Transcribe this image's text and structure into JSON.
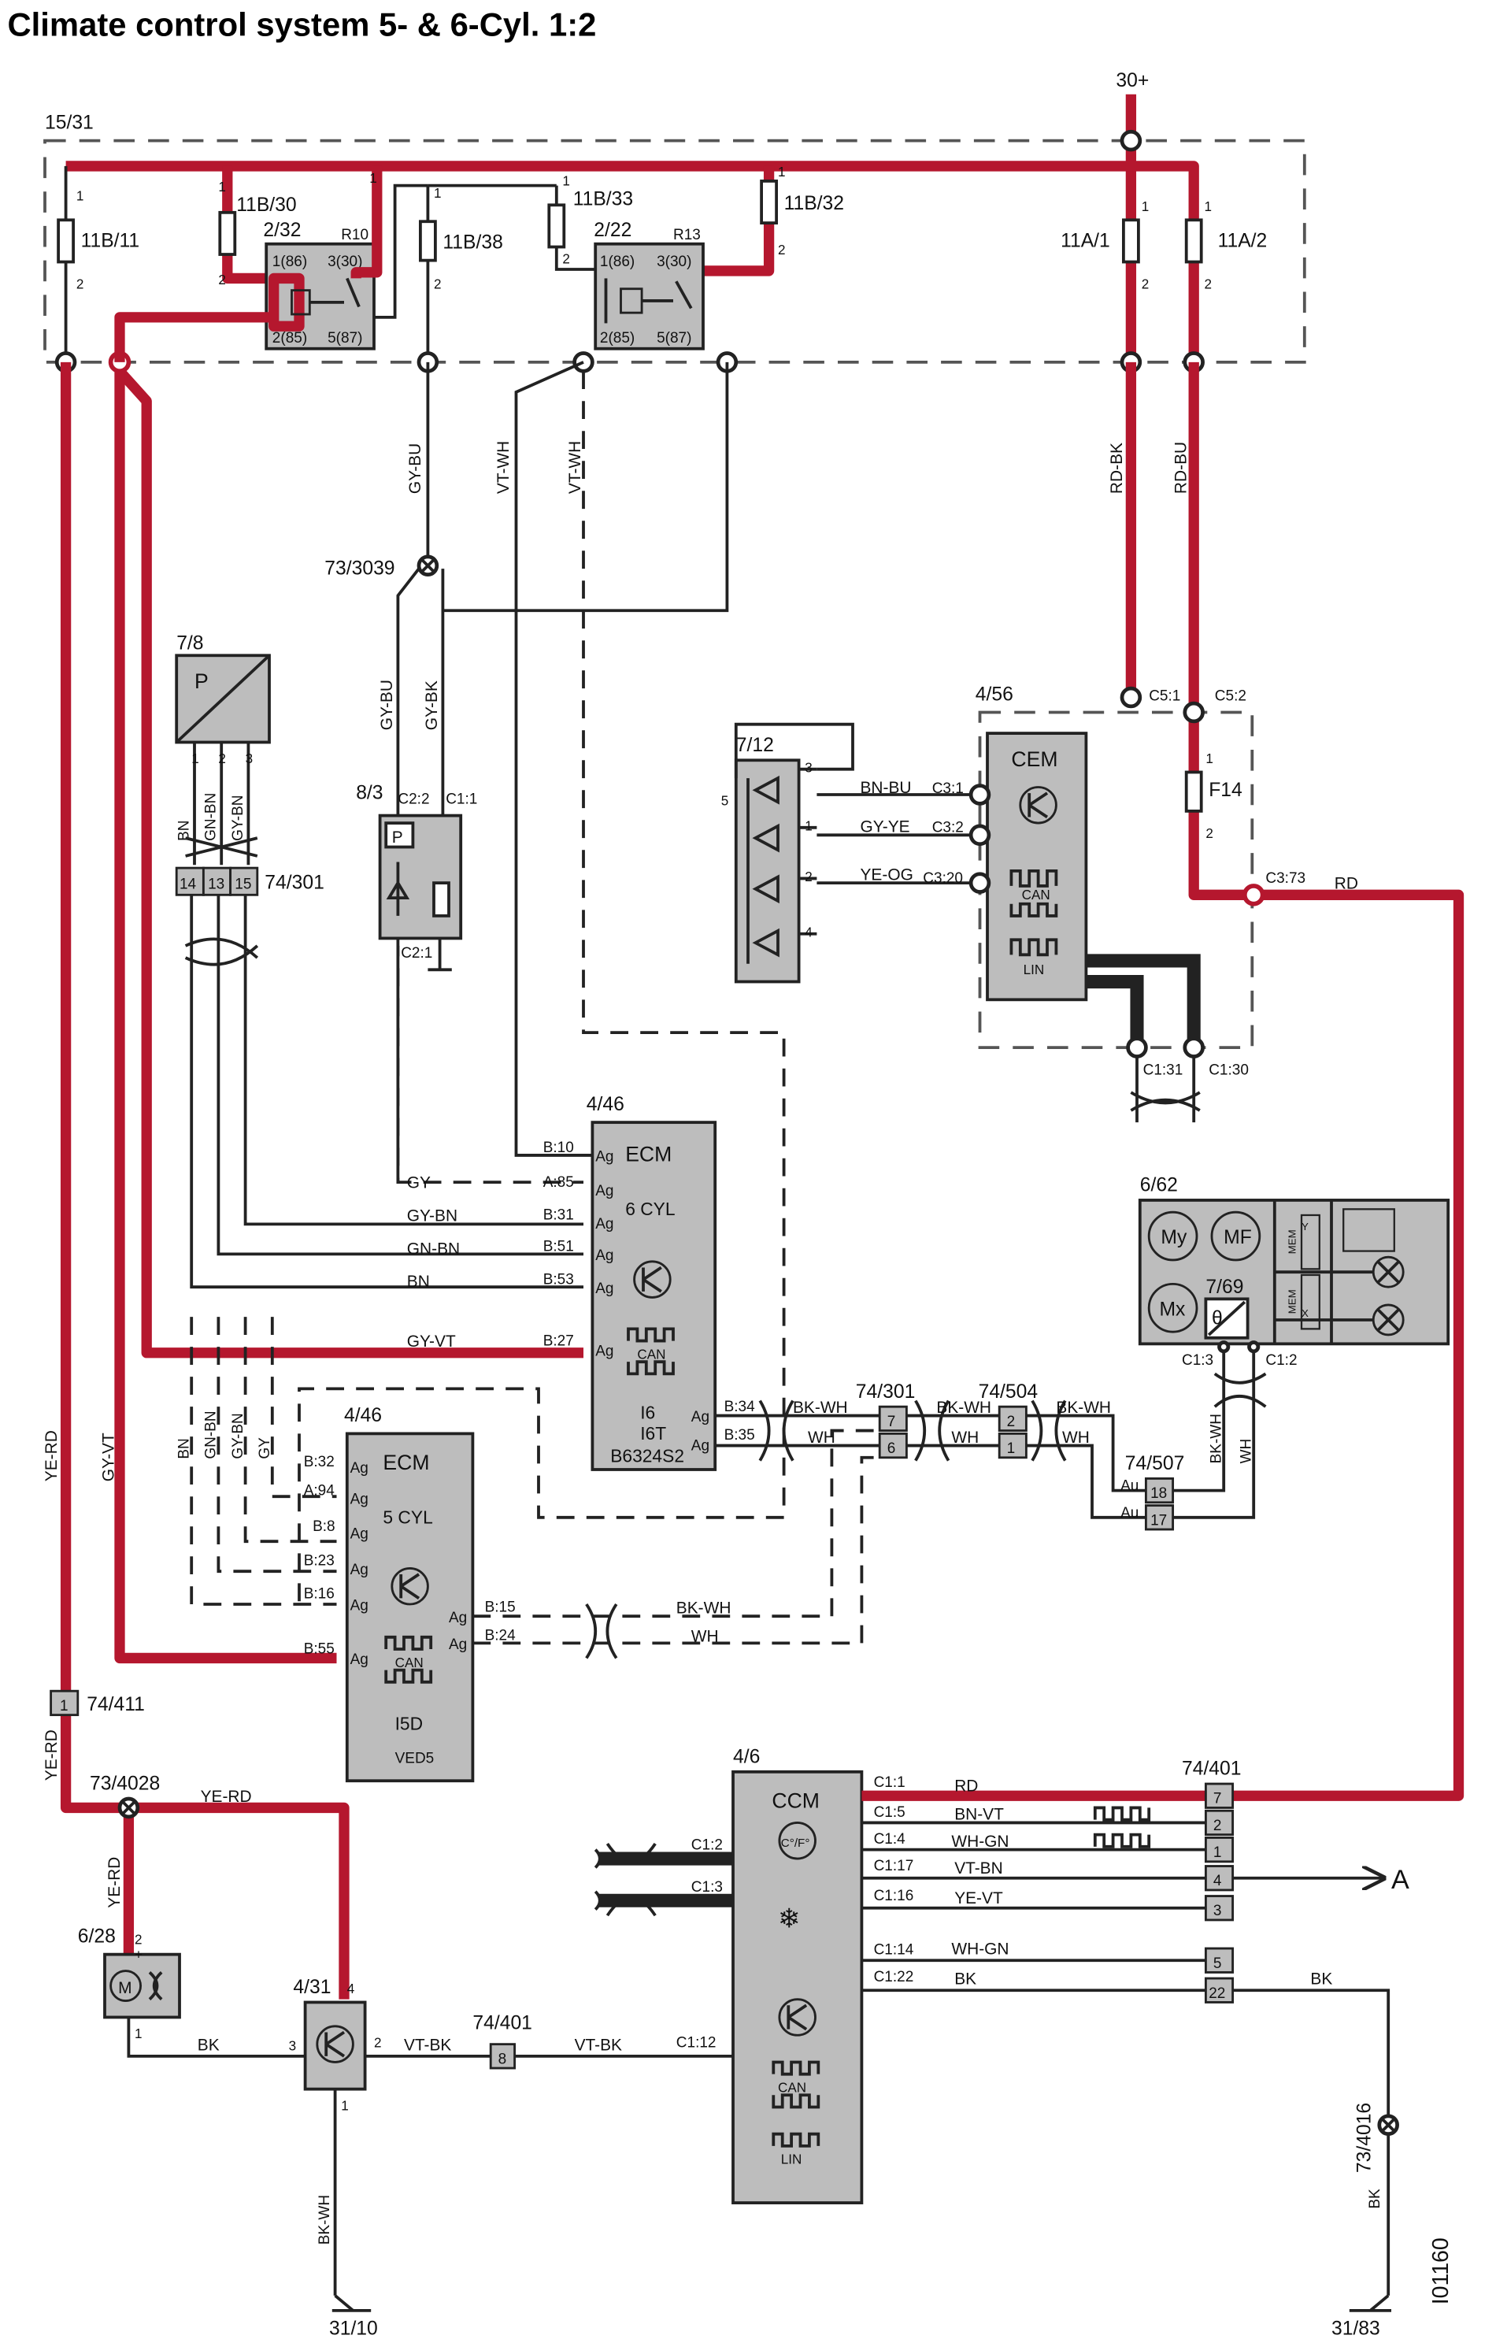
{
  "title": "Climate control system 5- & 6-Cyl. 1:2",
  "doc_id": "I01160",
  "colors": {
    "power_wire": "#b5172e",
    "component_fill": "#bdbdbd",
    "wire": "#222222"
  },
  "fusebox": {
    "label": "15/31",
    "supply": "30+",
    "fuses": [
      "11B/11",
      "11B/30",
      "11B/38",
      "11B/33",
      "11B/32",
      "11A/1",
      "11A/2"
    ],
    "relays": [
      {
        "id": "2/32",
        "ref": "R10",
        "pins": [
          "1(86)",
          "3(30)",
          "2(85)",
          "5(87)"
        ]
      },
      {
        "id": "2/22",
        "ref": "R13",
        "pins": [
          "1(86)",
          "3(30)",
          "2(85)",
          "5(87)"
        ]
      }
    ]
  },
  "components": {
    "pressure_sensor": {
      "id": "7/8",
      "symbol": "P"
    },
    "pressure_switch": {
      "id": "8/3",
      "symbol": "P",
      "pins": [
        "C2:2",
        "C1:1",
        "C2:1"
      ]
    },
    "ground_splice_a": "73/3039",
    "connector_74_301": {
      "id": "74/301",
      "pins": [
        "14",
        "13",
        "15"
      ]
    },
    "sun_sensor": {
      "id": "7/12"
    },
    "cem": {
      "id": "4/56",
      "name": "CEM",
      "can": "CAN",
      "lin": "LIN",
      "fuse": "F14",
      "pins": [
        "C5:1",
        "C5:2",
        "C3:1",
        "C3:2",
        "C3:20",
        "C3:73",
        "C1:31",
        "C1:30"
      ]
    },
    "ecm6": {
      "id": "4/46",
      "name": "ECM",
      "sub": "6 CYL",
      "variants": [
        "I6",
        "I6T",
        "B6324S2"
      ],
      "can": "CAN",
      "pins": [
        "B:10",
        "A:85",
        "B:31",
        "B:51",
        "B:53",
        "B:27",
        "B:34",
        "B:35"
      ],
      "ag": "Ag"
    },
    "ecm5": {
      "id": "4/46",
      "name": "ECM",
      "sub": "5 CYL",
      "variants": [
        "I5D",
        "VED5"
      ],
      "can": "CAN",
      "pins": [
        "B:32",
        "A:94",
        "B:8",
        "B:23",
        "B:16",
        "B:55",
        "B:15",
        "B:24"
      ],
      "ag": "Ag"
    },
    "connector_74_301b": {
      "id": "74/301",
      "pins": [
        "7",
        "6"
      ]
    },
    "connector_74_504": {
      "id": "74/504",
      "pins": [
        "2",
        "1"
      ]
    },
    "connector_74_507": {
      "id": "74/507",
      "pins": [
        "18",
        "17"
      ],
      "au": "Au"
    },
    "actuator": {
      "id": "6/62",
      "motors": [
        "My",
        "MF",
        "Mx"
      ],
      "mem": "MEM",
      "axes": [
        "Y",
        "X"
      ]
    },
    "temp_sensor": {
      "id": "7/69",
      "symbol": "θ",
      "pins": [
        "C1:3",
        "C1:2"
      ]
    },
    "connector_74_411": {
      "id": "74/411",
      "pin": "1"
    },
    "splice_73_4028": "73/4028",
    "fan_motor": {
      "id": "6/28",
      "pins": [
        "2",
        "1"
      ],
      "plus": "+"
    },
    "fan_control": {
      "id": "4/31",
      "pins": [
        "4",
        "3",
        "2",
        "1"
      ]
    },
    "connector_74_401a": {
      "id": "74/401",
      "pin": "8"
    },
    "ccm": {
      "id": "4/6",
      "name": "CCM",
      "unit": "C°/F°",
      "can": "CAN",
      "lin": "LIN",
      "pins": [
        "C1:1",
        "C1:5",
        "C1:4",
        "C1:17",
        "C1:16",
        "C1:14",
        "C1:22",
        "C1:2",
        "C1:3",
        "C1:12"
      ]
    },
    "connector_74_401b": {
      "id": "74/401",
      "pins": [
        "7",
        "2",
        "1",
        "4",
        "3",
        "5",
        "22"
      ]
    },
    "ground_splice_b": "73/4016",
    "grounds": [
      "31/10",
      "31/83"
    ],
    "arrow_label": "A"
  },
  "wire_colors": {
    "gy_bu": "GY-BU",
    "gy_bk": "GY-BK",
    "vt_wh": "VT-WH",
    "rd_bk": "RD-BK",
    "rd_bu": "RD-BU",
    "bn": "BN",
    "gn_bn": "GN-BN",
    "gy": "GY",
    "gy_bn": "GY-BN",
    "gy_vt": "GY-VT",
    "bn_bu": "BN-BU",
    "gy_ye": "GY-YE",
    "ye_og": "YE-OG",
    "rd": "RD",
    "bk_wh": "BK-WH",
    "wh": "WH",
    "ye_rd": "YE-RD",
    "bk": "BK",
    "vt_bk": "VT-BK",
    "bn_vt": "BN-VT",
    "wh_gn": "WH-GN",
    "vt_bn": "VT-BN",
    "ye_vt": "YE-VT"
  }
}
